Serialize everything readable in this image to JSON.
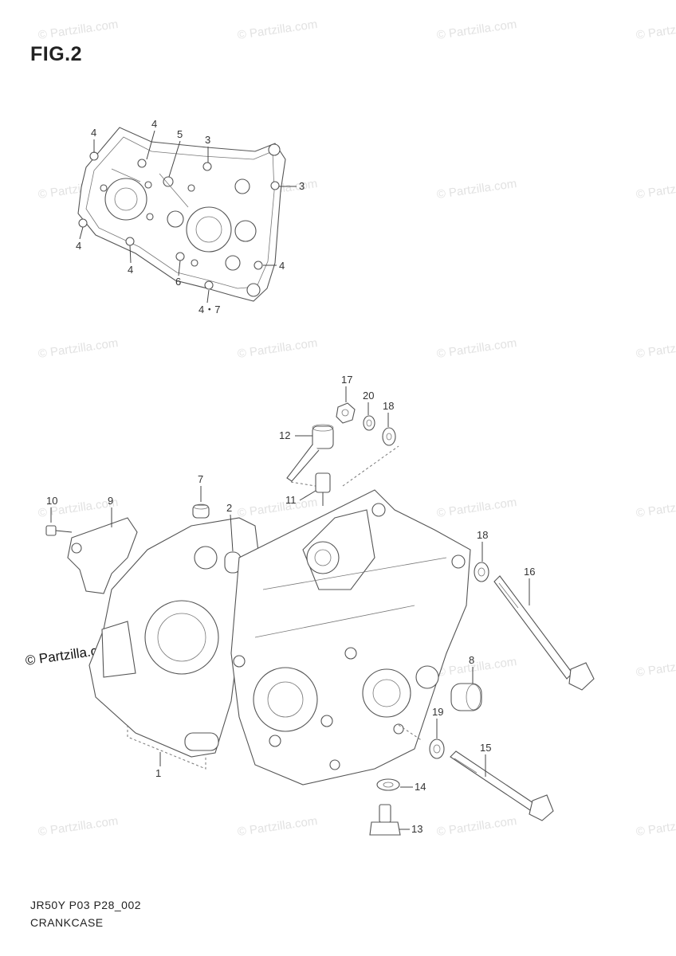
{
  "figure": {
    "title": "FIG.2"
  },
  "watermark": {
    "text": "© Partzilla.com"
  },
  "footer": {
    "code": "JR50Y P03 P28_002",
    "name": "CRANKCASE"
  },
  "callouts": {
    "c4a": "4",
    "c4b": "4",
    "c5": "5",
    "c3a": "3",
    "c3b": "3",
    "c4c": "4",
    "c4d": "4",
    "c6": "6",
    "c4e": "4",
    "c47": "4・7",
    "c17": "17",
    "c20": "20",
    "c18a": "18",
    "c12": "12",
    "c7": "7",
    "c2": "2",
    "c10": "10",
    "c9": "9",
    "c11": "11",
    "c18b": "18",
    "c16": "16",
    "c8": "8",
    "c19": "19",
    "c15": "15",
    "c1": "1",
    "c14": "14",
    "c13": "13"
  }
}
